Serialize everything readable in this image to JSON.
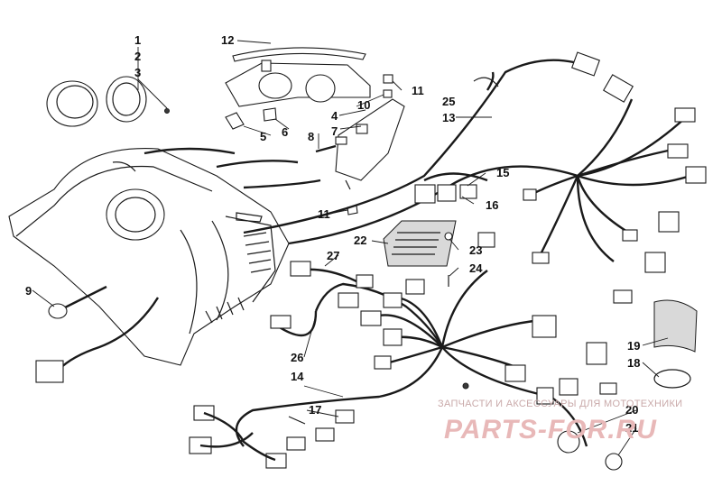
{
  "callouts": [
    "1",
    "2",
    "3",
    "4",
    "5",
    "6",
    "7",
    "8",
    "9",
    "10",
    "11",
    "11",
    "12",
    "13",
    "14",
    "15",
    "16",
    "17",
    "18",
    "19",
    "20",
    "21",
    "22",
    "23",
    "24",
    "25",
    "26",
    "27"
  ],
  "watermark": {
    "caption": "ЗАПЧАСТИ И АКСЕССУАРЫ ДЛЯ МОТОТЕХНИКИ",
    "logo": "PARTS-FOR.RU"
  },
  "colors": {
    "line": "#1a1a1a",
    "watermark": "#e8b8b8"
  }
}
